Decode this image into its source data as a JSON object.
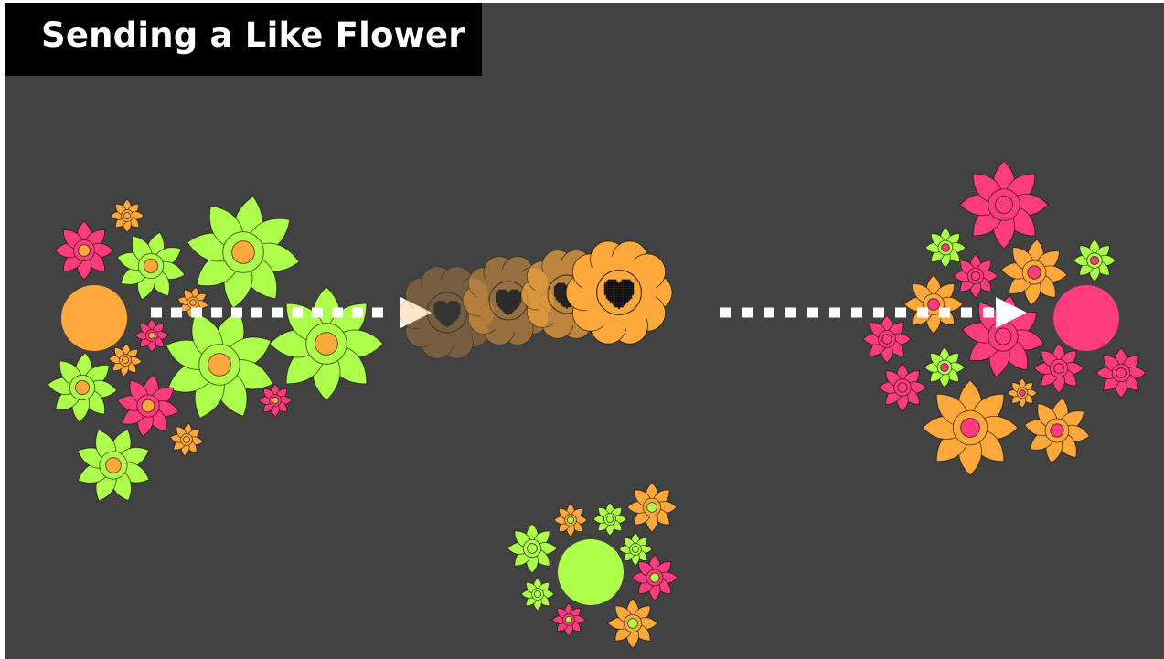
{
  "slide": {
    "title": "Sending a Like Flower"
  },
  "colors": {
    "background": "#424242",
    "title_bar": "#000000",
    "title_text": "#ffffff",
    "sender_orange": "#FFA93C",
    "receiver_pink": "#FF3C7D",
    "bystander_green": "#AEFF4B",
    "arrow_white": "#ffffff",
    "heart_dots": "#111111"
  },
  "diagram": {
    "sender": {
      "name": "sender-node",
      "color": "orange",
      "flowers": "green"
    },
    "flying_flower": {
      "icon": "heart-flower-icon",
      "color": "orange",
      "trail_copies": 4
    },
    "receiver": {
      "name": "receiver-node",
      "color": "pink",
      "flowers": "pink-and-orange"
    },
    "bystander": {
      "name": "bystander-node",
      "color": "green",
      "flowers": "mixed"
    },
    "arrows": [
      "sender-to-flower-arrow",
      "flower-to-receiver-arrow"
    ]
  }
}
